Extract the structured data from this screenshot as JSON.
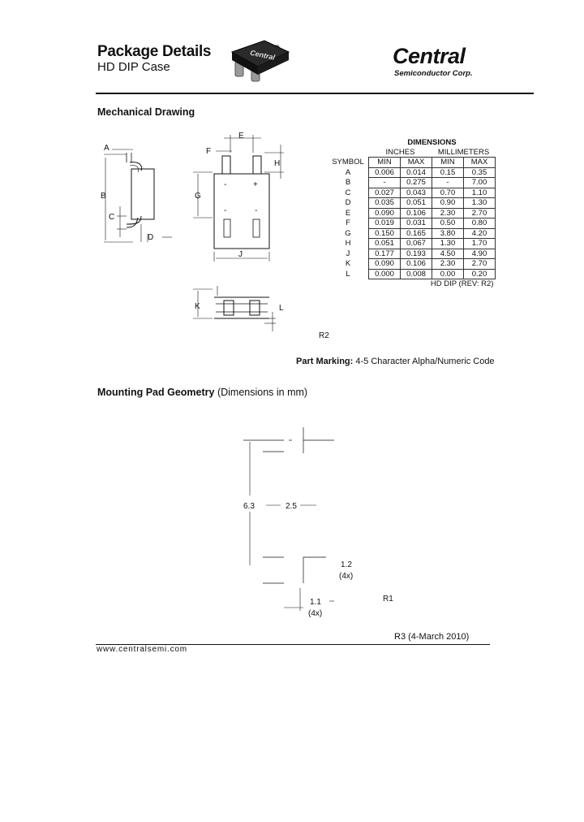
{
  "header": {
    "title": "Package Details",
    "subtitle": "HD DIP Case",
    "logo_main": "Central",
    "logo_sub": "Semiconductor Corp.",
    "chip_marking": "Central"
  },
  "mechanical": {
    "heading": "Mechanical Drawing",
    "labels": {
      "A": "A",
      "B": "B",
      "C": "C",
      "D": "D",
      "E": "E",
      "F": "F",
      "G": "G",
      "H": "H",
      "J": "J",
      "K": "K",
      "L": "L",
      "minus1": "-",
      "plus1": "+",
      "minus2": "-",
      "minus3": "-"
    },
    "revision_mark": "R2"
  },
  "dimensions_table": {
    "title": "DIMENSIONS",
    "group_inches": "INCHES",
    "group_mm": "MILLIMETERS",
    "symbol_header": "SYMBOL",
    "col_headers": [
      "MIN",
      "MAX",
      "MIN",
      "MAX"
    ],
    "rows": [
      {
        "symbol": "A",
        "in_min": "0.006",
        "in_max": "0.014",
        "mm_min": "0.15",
        "mm_max": "0.35"
      },
      {
        "symbol": "B",
        "in_min": "-",
        "in_max": "0.275",
        "mm_min": "-",
        "mm_max": "7.00"
      },
      {
        "symbol": "C",
        "in_min": "0.027",
        "in_max": "0.043",
        "mm_min": "0.70",
        "mm_max": "1.10"
      },
      {
        "symbol": "D",
        "in_min": "0.035",
        "in_max": "0.051",
        "mm_min": "0.90",
        "mm_max": "1.30"
      },
      {
        "symbol": "E",
        "in_min": "0.090",
        "in_max": "0.106",
        "mm_min": "2.30",
        "mm_max": "2.70"
      },
      {
        "symbol": "F",
        "in_min": "0.019",
        "in_max": "0.031",
        "mm_min": "0.50",
        "mm_max": "0.80"
      },
      {
        "symbol": "G",
        "in_min": "0.150",
        "in_max": "0.165",
        "mm_min": "3.80",
        "mm_max": "4.20"
      },
      {
        "symbol": "H",
        "in_min": "0.051",
        "in_max": "0.067",
        "mm_min": "1.30",
        "mm_max": "1.70"
      },
      {
        "symbol": "J",
        "in_min": "0.177",
        "in_max": "0.193",
        "mm_min": "4.50",
        "mm_max": "4.90"
      },
      {
        "symbol": "K",
        "in_min": "0.090",
        "in_max": "0.106",
        "mm_min": "2.30",
        "mm_max": "2.70"
      },
      {
        "symbol": "L",
        "in_min": "0.000",
        "in_max": "0.008",
        "mm_min": "0.00",
        "mm_max": "0.20"
      }
    ],
    "caption": "HD DIP (REV: R2)"
  },
  "part_marking": {
    "label": "Part Marking:",
    "value": "4-5 Character Alpha/Numeric Code"
  },
  "mounting": {
    "heading": "Mounting Pad Geometry",
    "note": "(Dimensions in mm)",
    "dim_height": "6.3",
    "dim_spacing": "2.5",
    "dim_pad_height": "1.2",
    "dim_pad_height_count": "(4x)",
    "dim_pad_width": "1.1",
    "dim_pad_width_count": "(4x)",
    "revision_mark": "R1"
  },
  "footer": {
    "revision": "R3 (4-March 2010)",
    "url": "www.centralsemi.com"
  }
}
